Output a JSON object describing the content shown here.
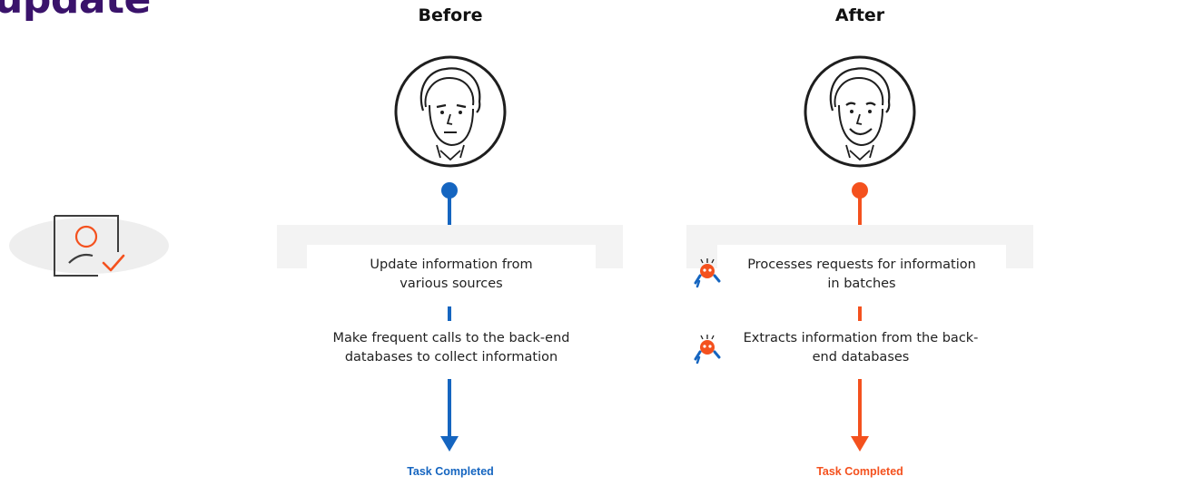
{
  "page": {
    "section_title": "update",
    "accent_blue": "#1565c0",
    "accent_orange": "#f4511e",
    "title_color": "#3a136b"
  },
  "icon": {
    "name": "user-check-icon"
  },
  "before": {
    "heading": "Before",
    "avatar": "neutral-face-avatar",
    "steps": [
      "Update information from various sources",
      "Make frequent calls to the back-end databases to collect information"
    ],
    "steps_display": [
      [
        "Update information from",
        "various sources"
      ],
      [
        "Make frequent calls to the back-end",
        "databases to collect information"
      ]
    ],
    "result": "Task Completed"
  },
  "after": {
    "heading": "After",
    "avatar": "smiling-face-avatar",
    "steps": [
      "Processes requests for information in batches",
      "Extracts information from the back-end databases"
    ],
    "steps_display": [
      [
        "Processes requests for information",
        "in batches"
      ],
      [
        "Extracts information from the back-",
        "end databases"
      ]
    ],
    "step_icon": "bot-icon",
    "result": "Task Completed"
  }
}
